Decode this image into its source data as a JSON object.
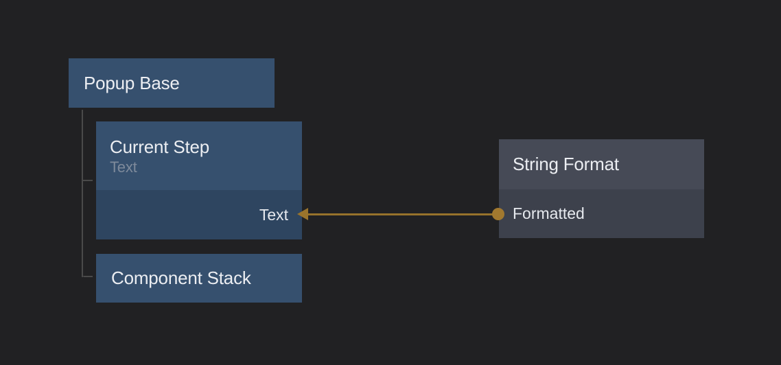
{
  "canvas": {
    "background_color": "#212123",
    "tree_line_color": "#4a4a4a"
  },
  "nodes": {
    "popup_base": {
      "title": "Popup Base",
      "color": "#36506e"
    },
    "current_step": {
      "title": "Current Step",
      "subtitle": "Text",
      "header_color": "#36506e",
      "port_row_color": "#2e4560",
      "input_port": {
        "label": "Text"
      }
    },
    "component_stack": {
      "title": "Component Stack",
      "color": "#36506e"
    },
    "string_format": {
      "title": "String Format",
      "header_color": "#464a56",
      "port_row_color": "#3d414c",
      "output_port": {
        "label": "Formatted"
      }
    }
  },
  "hierarchy": {
    "parent": "Popup Base",
    "children": [
      "Current Step",
      "Component Stack"
    ]
  },
  "connection": {
    "from_node": "String Format",
    "from_port": "Formatted",
    "to_node": "Current Step",
    "to_port": "Text",
    "color": "#9a742c"
  }
}
